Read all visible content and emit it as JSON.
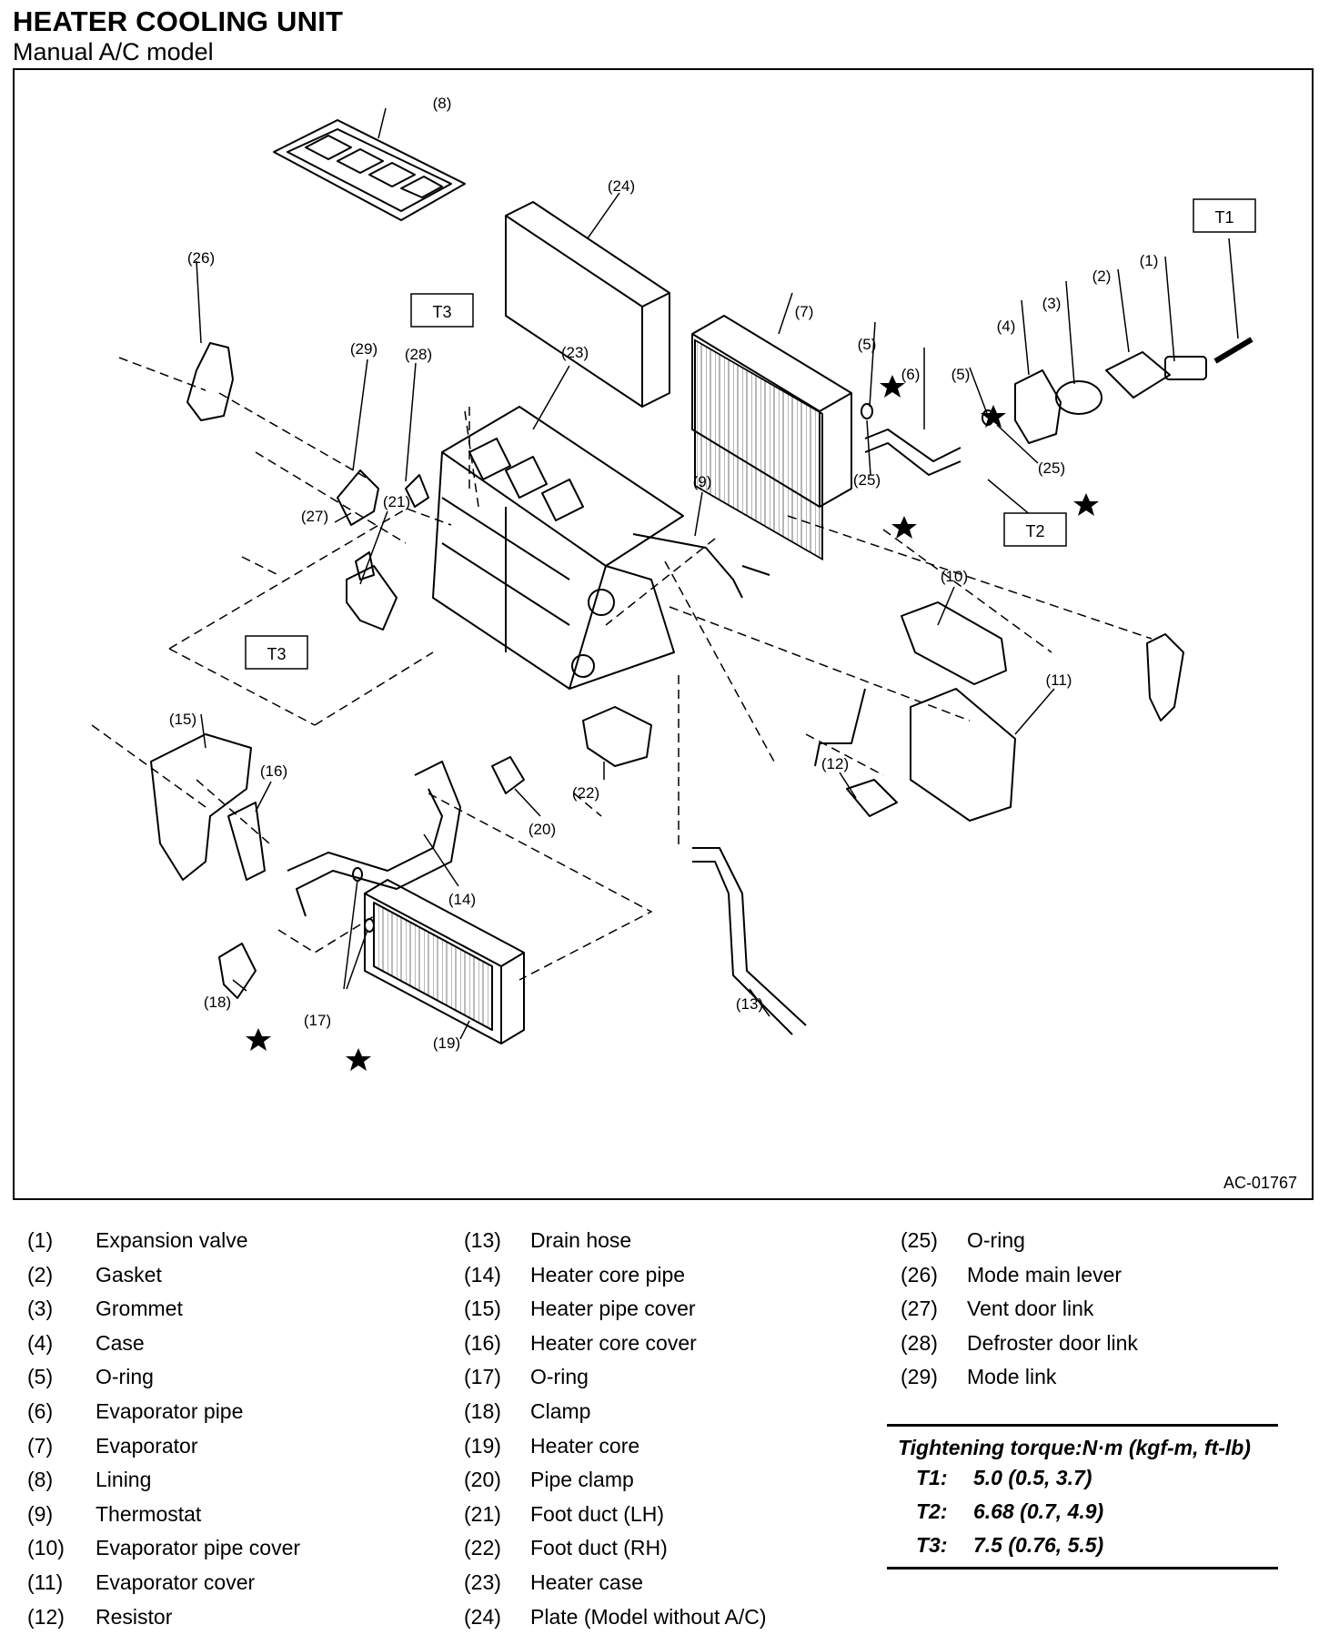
{
  "header": {
    "title": "HEATER COOLING UNIT",
    "subtitle": "Manual A/C model"
  },
  "diagram": {
    "figure_id": "AC-01767",
    "callouts": [
      "(1)",
      "(2)",
      "(3)",
      "(4)",
      "(5)",
      "(5)",
      "(6)",
      "(7)",
      "(8)",
      "(9)",
      "(10)",
      "(11)",
      "(12)",
      "(13)",
      "(14)",
      "(15)",
      "(16)",
      "(17)",
      "(18)",
      "(19)",
      "(20)",
      "(21)",
      "(22)",
      "(23)",
      "(24)",
      "(25)",
      "(25)",
      "(26)",
      "(27)",
      "(28)",
      "(29)"
    ],
    "torque_tags": [
      "T1",
      "T2",
      "T3",
      "T3"
    ]
  },
  "legend": {
    "col1": [
      {
        "num": "(1)",
        "name": "Expansion valve"
      },
      {
        "num": "(2)",
        "name": "Gasket"
      },
      {
        "num": "(3)",
        "name": "Grommet"
      },
      {
        "num": "(4)",
        "name": "Case"
      },
      {
        "num": "(5)",
        "name": "O-ring"
      },
      {
        "num": "(6)",
        "name": "Evaporator pipe"
      },
      {
        "num": "(7)",
        "name": "Evaporator"
      },
      {
        "num": "(8)",
        "name": "Lining"
      },
      {
        "num": "(9)",
        "name": "Thermostat"
      },
      {
        "num": "(10)",
        "name": "Evaporator pipe cover"
      },
      {
        "num": "(11)",
        "name": "Evaporator cover"
      },
      {
        "num": "(12)",
        "name": "Resistor"
      }
    ],
    "col2": [
      {
        "num": "(13)",
        "name": "Drain hose"
      },
      {
        "num": "(14)",
        "name": "Heater core pipe"
      },
      {
        "num": "(15)",
        "name": "Heater pipe cover"
      },
      {
        "num": "(16)",
        "name": "Heater core cover"
      },
      {
        "num": "(17)",
        "name": "O-ring"
      },
      {
        "num": "(18)",
        "name": "Clamp"
      },
      {
        "num": "(19)",
        "name": "Heater core"
      },
      {
        "num": "(20)",
        "name": "Pipe clamp"
      },
      {
        "num": "(21)",
        "name": "Foot duct (LH)"
      },
      {
        "num": "(22)",
        "name": "Foot duct (RH)"
      },
      {
        "num": "(23)",
        "name": "Heater case"
      },
      {
        "num": "(24)",
        "name": "Plate (Model without A/C)"
      }
    ],
    "col3": [
      {
        "num": "(25)",
        "name": "O-ring"
      },
      {
        "num": "(26)",
        "name": "Mode main lever"
      },
      {
        "num": "(27)",
        "name": "Vent door link"
      },
      {
        "num": "(28)",
        "name": "Defroster door link"
      },
      {
        "num": "(29)",
        "name": "Mode link"
      }
    ]
  },
  "torque": {
    "title": "Tightening torque:N·m (kgf-m, ft-lb)",
    "rows": [
      {
        "key": "T1:",
        "value": "5.0 (0.5, 3.7)"
      },
      {
        "key": "T2:",
        "value": "6.68 (0.7, 4.9)"
      },
      {
        "key": "T3:",
        "value": "7.5 (0.76, 5.5)"
      }
    ]
  }
}
